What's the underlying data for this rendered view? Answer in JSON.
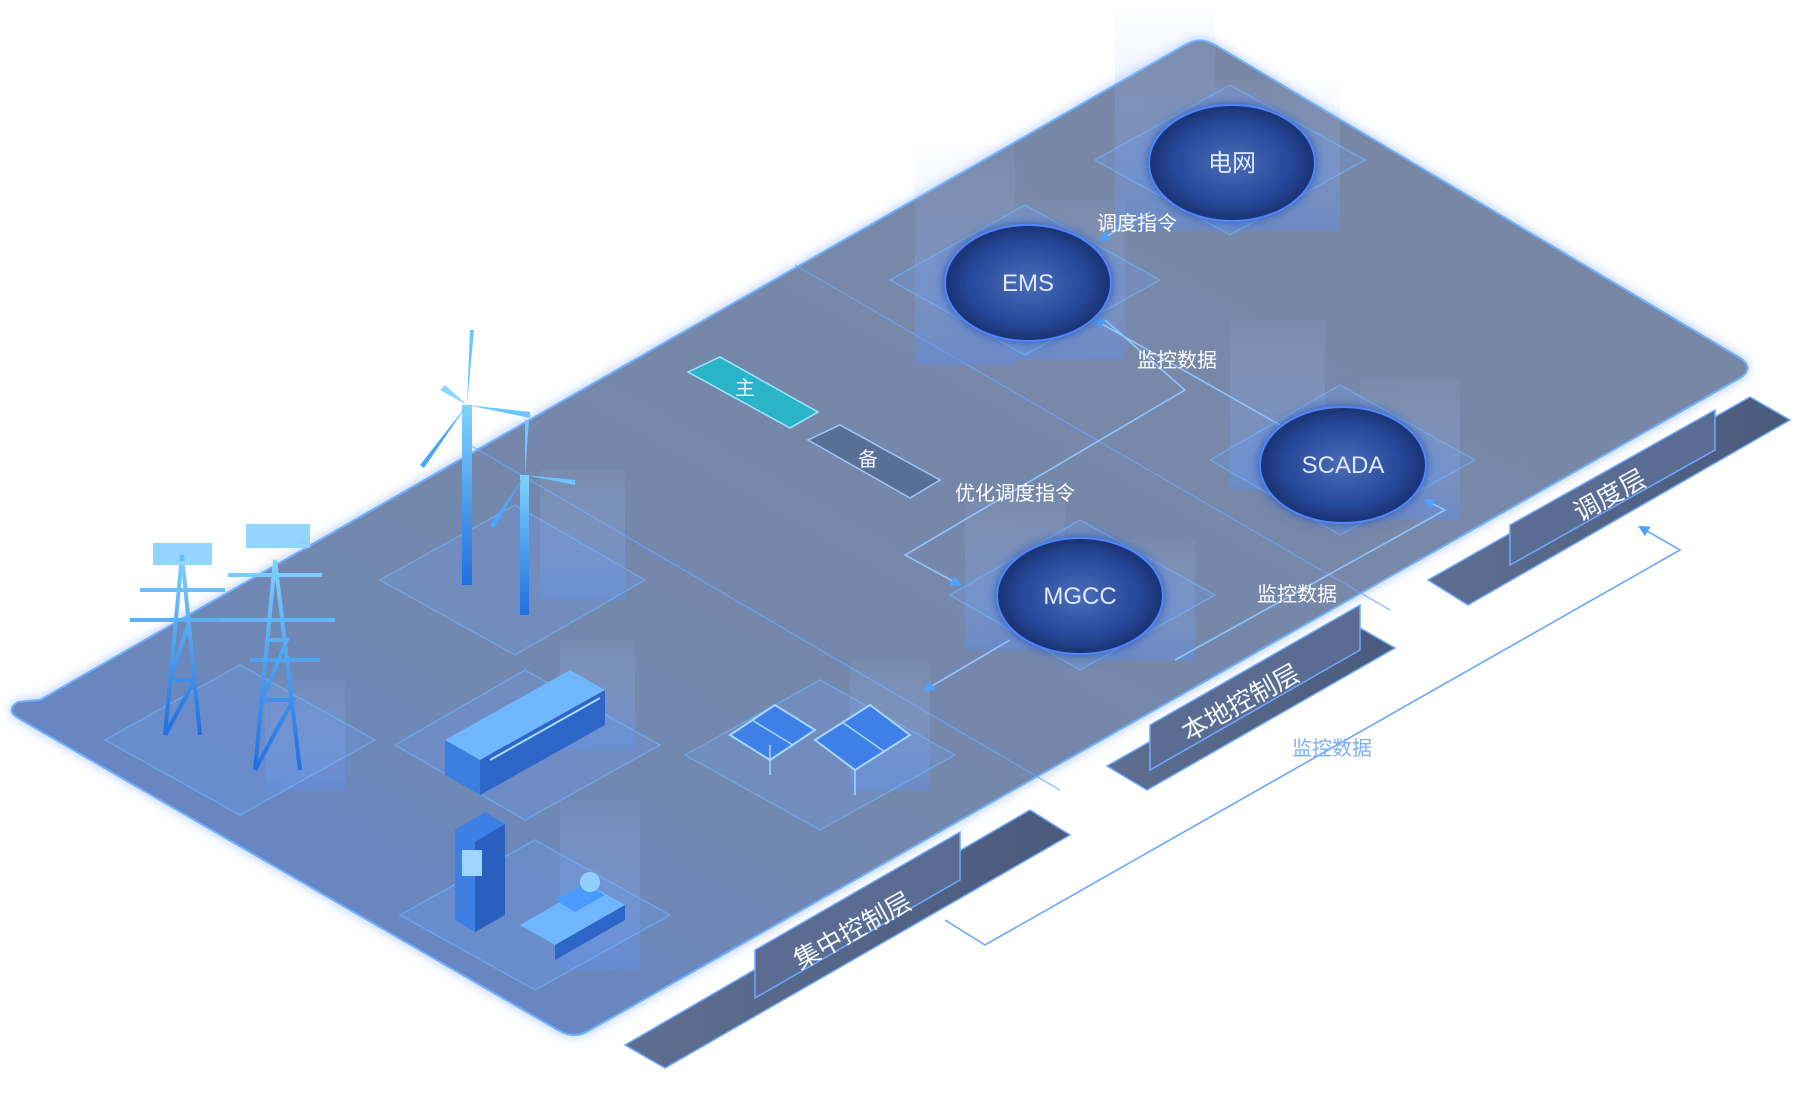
{
  "nodes": {
    "grid": "电网",
    "ems": "EMS",
    "scada": "SCADA",
    "mgcc": "MGCC"
  },
  "tags": {
    "main": "主",
    "backup": "备"
  },
  "edges": {
    "dispatch_command": "调度指令",
    "monitor_data_ems": "监控数据",
    "optimized_dispatch": "优化调度指令",
    "monitor_data_mgcc": "监控数据",
    "monitor_data_cross": "监控数据"
  },
  "layers": {
    "dispatch": "调度层",
    "local_control": "本地控制层",
    "central_control": "集中控制层"
  },
  "equipment_icons": [
    "transmission-tower-icon",
    "wind-turbine-icon",
    "battery-storage-icon",
    "solar-panel-icon",
    "ev-charger-icon",
    "generator-icon"
  ],
  "colors": {
    "platform": "#7a8aa8",
    "platform_edge": "#4a8cf0",
    "node_fill": "#1e3f8a",
    "accent": "#3aa0ff",
    "tag_main": "#1bb7c8",
    "tag_backup": "#5a6f94"
  }
}
